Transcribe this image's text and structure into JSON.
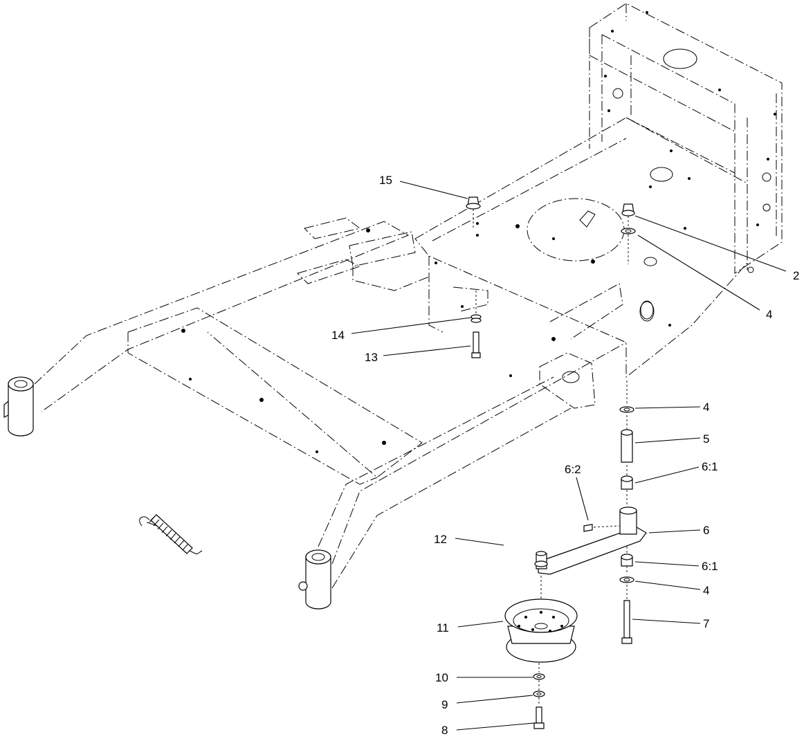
{
  "diagram": {
    "callouts": [
      {
        "id": "c15",
        "label": "15"
      },
      {
        "id": "c2",
        "label": "2"
      },
      {
        "id": "c4a",
        "label": "4"
      },
      {
        "id": "c14",
        "label": "14"
      },
      {
        "id": "c13",
        "label": "13"
      },
      {
        "id": "c4b",
        "label": "4"
      },
      {
        "id": "c5",
        "label": "5"
      },
      {
        "id": "c61a",
        "label": "6:1"
      },
      {
        "id": "c62",
        "label": "6:2"
      },
      {
        "id": "c6",
        "label": "6"
      },
      {
        "id": "c12",
        "label": "12"
      },
      {
        "id": "c61b",
        "label": "6:1"
      },
      {
        "id": "c4c",
        "label": "4"
      },
      {
        "id": "c11",
        "label": "11"
      },
      {
        "id": "c7",
        "label": "7"
      },
      {
        "id": "c10",
        "label": "10"
      },
      {
        "id": "c9",
        "label": "9"
      },
      {
        "id": "c8",
        "label": "8"
      }
    ]
  }
}
